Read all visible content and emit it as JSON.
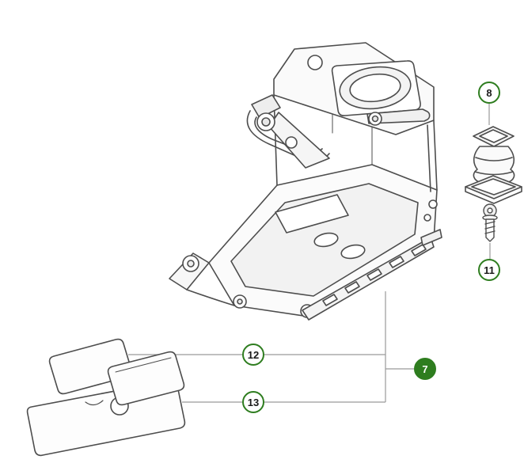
{
  "diagram": {
    "callouts": [
      {
        "label": "8",
        "style": "outline"
      },
      {
        "label": "11",
        "style": "outline"
      },
      {
        "label": "12",
        "style": "outline"
      },
      {
        "label": "13",
        "style": "outline"
      },
      {
        "label": "7",
        "style": "filled"
      }
    ],
    "colors": {
      "accent_green": "#2e7d1f",
      "callout_text": "#1a1a1a",
      "leader_line": "#9a9a9a",
      "artwork_line": "#4d4d4d",
      "background": "#ffffff"
    }
  }
}
